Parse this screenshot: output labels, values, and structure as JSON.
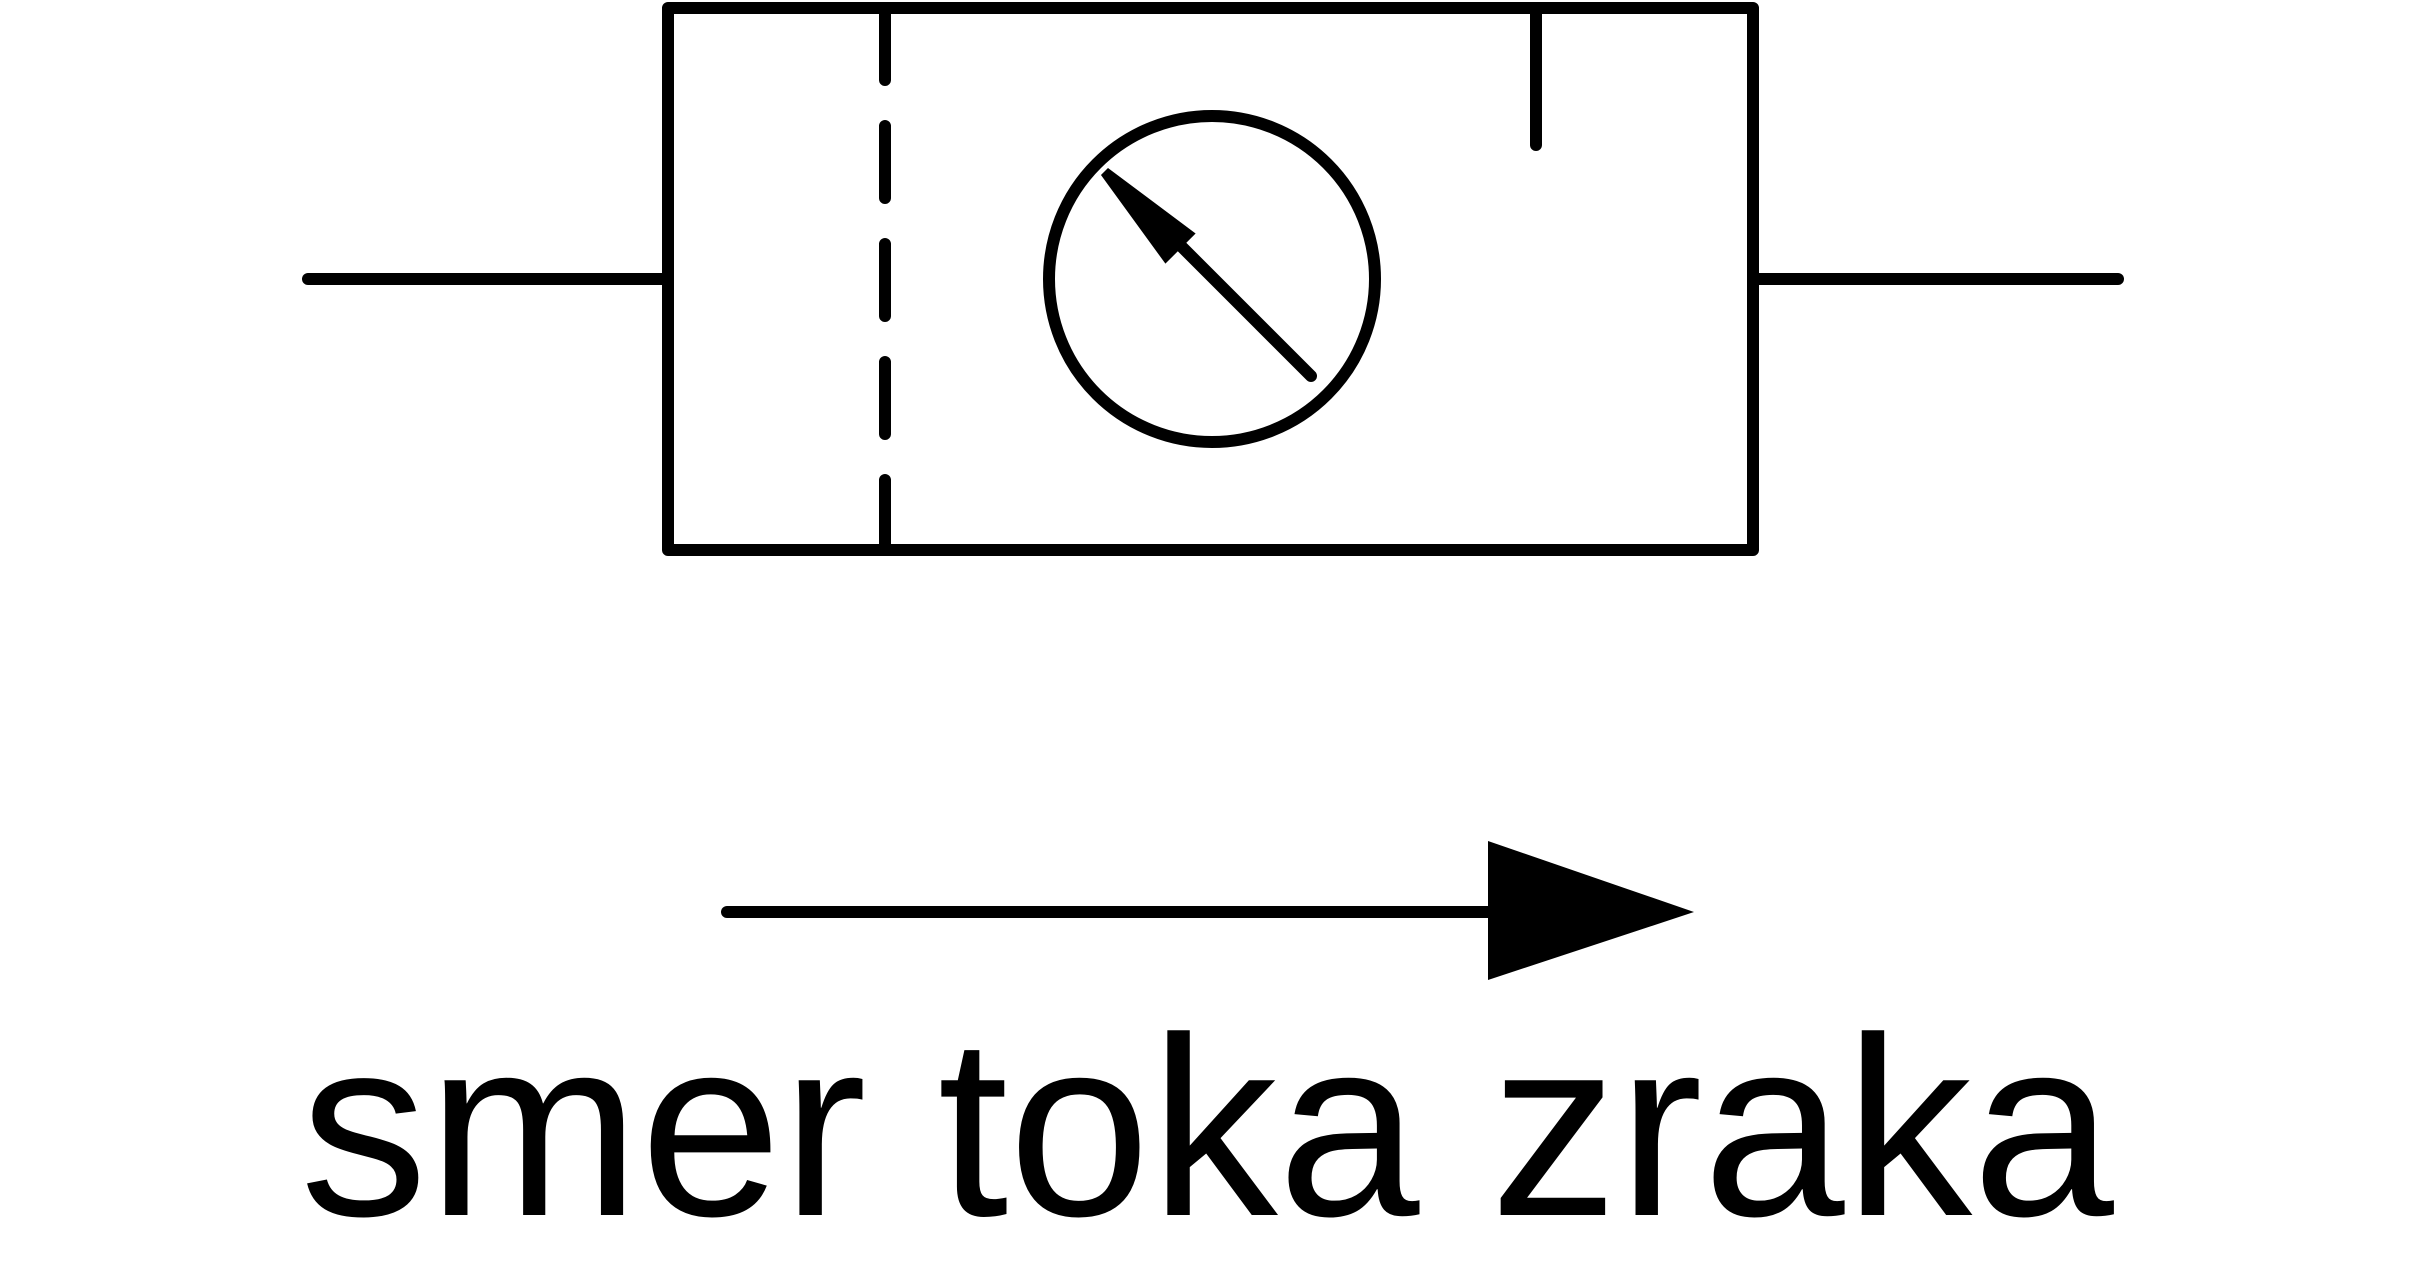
{
  "diagram": {
    "caption": "smer toka zraka",
    "stroke_color": "#000000",
    "background_color": "#ffffff",
    "symbol_icon": "pneumatic-filter-with-pressure-gauge",
    "arrow_icon": "flow-direction-arrow"
  }
}
